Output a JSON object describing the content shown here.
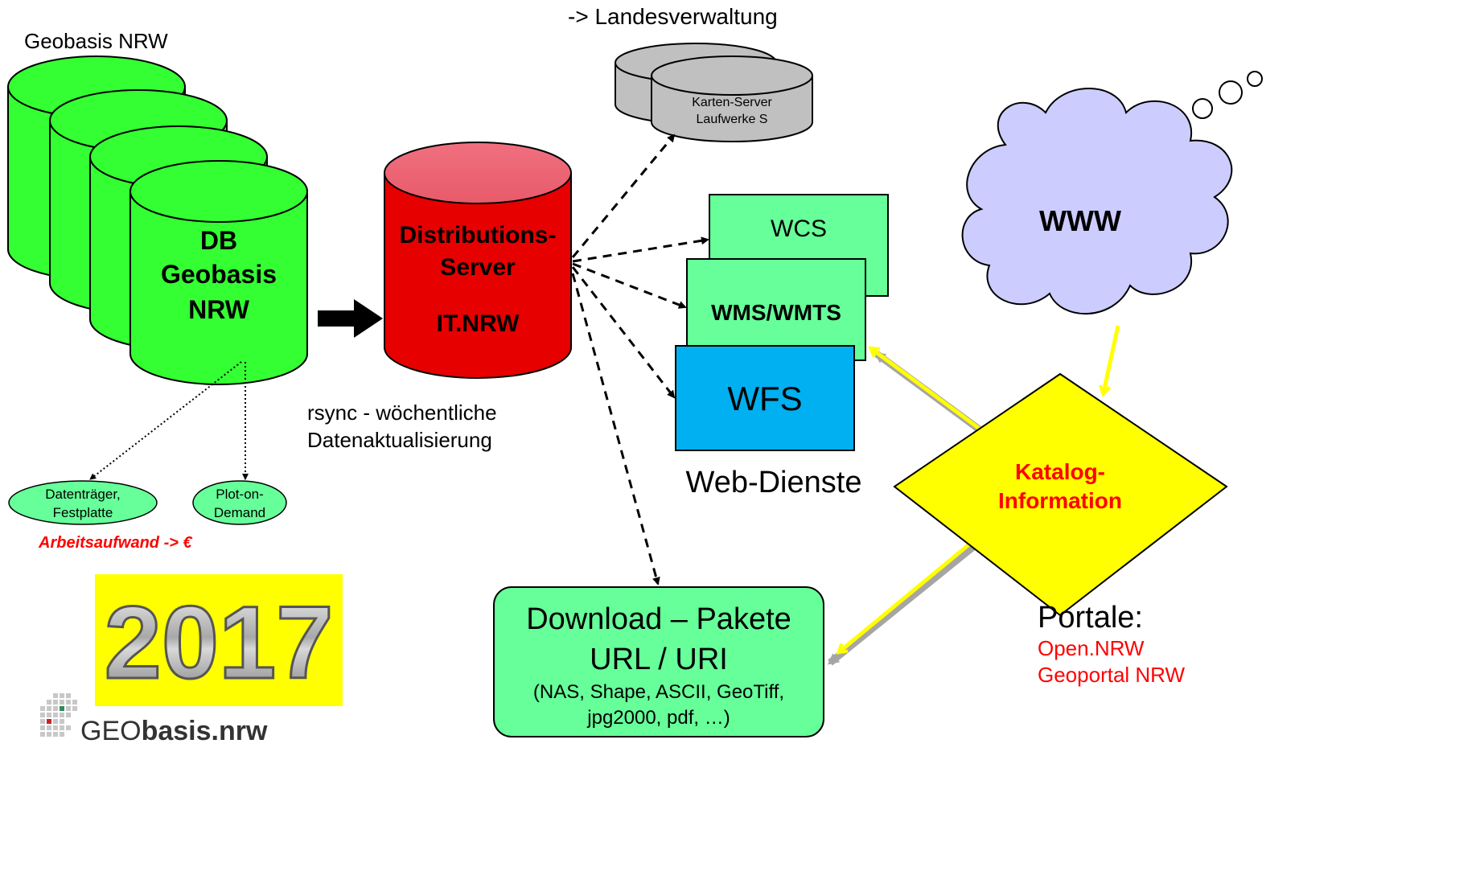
{
  "source_label": "Geobasis NRW",
  "landesverwaltung_label": "-> Landesverwaltung",
  "karten_server": {
    "line1": "Karten-Server",
    "line2": "Laufwerke S"
  },
  "db": {
    "line1": "DB",
    "line2": "Geobasis",
    "line3": "NRW"
  },
  "distribution": {
    "line1": "Distributions-",
    "line2": "Server",
    "line3": "IT.NRW"
  },
  "rsync": {
    "line1": "rsync - wöchentliche",
    "line2": "Datenaktualisierung"
  },
  "services": {
    "wcs": "WCS",
    "wms": "WMS/WMTS",
    "wfs": "WFS",
    "caption": "Web-Dienste"
  },
  "www_label": "WWW",
  "catalog": {
    "line1": "Katalog-",
    "line2": "Information"
  },
  "media": {
    "datentraeger": {
      "line1": "Datenträger,",
      "line2": "Festplatte"
    },
    "plot": {
      "line1": "Plot-on-",
      "line2": "Demand"
    }
  },
  "cost_label": "Arbeitsaufwand -> €",
  "download": {
    "line1": "Download – Pakete",
    "line2": "URL / URI",
    "line3": "(NAS, Shape, ASCII, GeoTiff,",
    "line4": "jpg2000, pdf, …)"
  },
  "portals": {
    "heading": "Portale:",
    "item1": "Open.NRW",
    "item2": "Geoportal NRW"
  },
  "year_badge": "2017",
  "logo": {
    "prefix": "GEO",
    "bold": "basis",
    "suffix": ".nrw"
  },
  "colors": {
    "green_db": "#33ff33",
    "red_server": "#e60000",
    "service_green": "#66ff99",
    "wfs_blue": "#00b0f0",
    "catalog_yellow": "#ffff00",
    "cloud_blue": "#ccccff",
    "portal_red": "#ff0000",
    "gray_server": "#c0c0c0"
  }
}
